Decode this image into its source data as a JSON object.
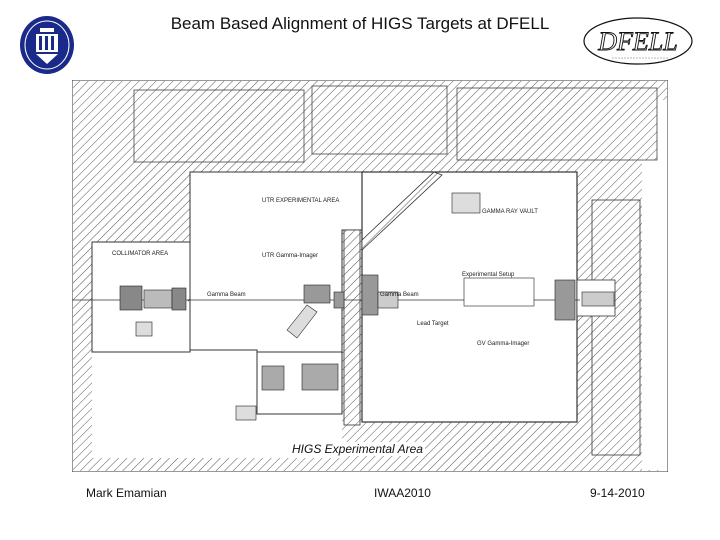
{
  "header": {
    "title": "Beam Based Alignment of HIGS Targets at DFELL"
  },
  "logos": {
    "left": "duke-university-shield",
    "right": "DFELL"
  },
  "plan": {
    "caption": "HIGS Experimental Area",
    "labels": {
      "utr_area": "UTR EXPERIMENTAL AREA",
      "gamma_vault": "GAMMA RAY VAULT",
      "collimator": "COLLIMATOR AREA",
      "utr_imager": "UTR Gamma-Imager",
      "beam_left": "Gamma Beam",
      "beam_right": "Gamma Beam",
      "exp_setup": "Experimental Setup",
      "lead_target": "Lead Target",
      "gv_imager": "GV Gamma-Imager"
    }
  },
  "footer": {
    "author": "Mark Emamian",
    "event": "IWAA2010",
    "date": "9-14-2010"
  }
}
